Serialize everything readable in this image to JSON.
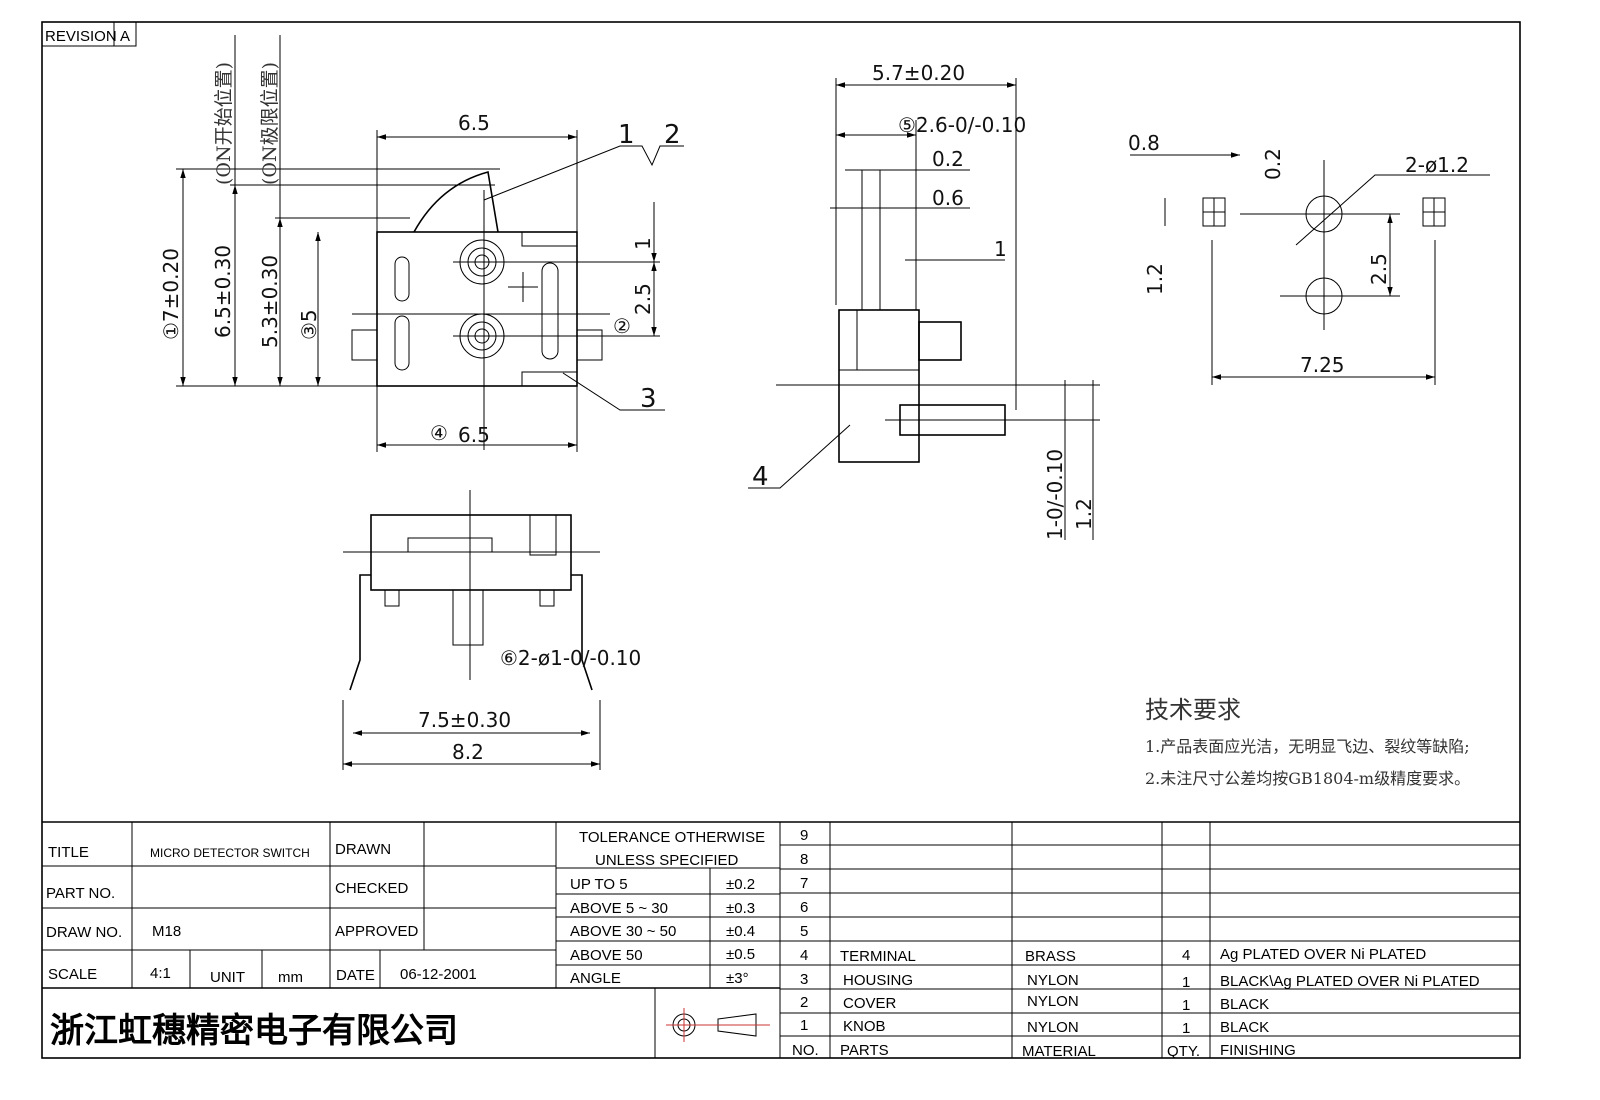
{
  "revision": {
    "label": "REVISION",
    "value": "A"
  },
  "front_view": {
    "dim_width_top": "6.5",
    "dim_width_bottom": "6.5",
    "dim_width_bottom_marker": "④",
    "dim_height_total": "①7±0.20",
    "dim_on_start": "6.5±0.30",
    "dim_on_limit": "5.3±0.30",
    "dim_body": "③5",
    "dim_top_offset": "1",
    "dim_pitch": "2.5",
    "dim_pitch_marker": "②",
    "label_on_start": "(ON开始位置)",
    "label_on_limit": "(ON极限位置)",
    "balloon_1": "1",
    "balloon_2": "2",
    "balloon_3": "3"
  },
  "side_view": {
    "dim_depth": "5.7±0.20",
    "dim_knob": "⑤2.6-0/-0.10",
    "dim_02": "0.2",
    "dim_06": "0.6",
    "dim_1": "1",
    "dim_terminal_thk": "1-0/-0.10",
    "dim_terminal_h": "1.2",
    "balloon_4": "4"
  },
  "bottom_view": {
    "dim_pin": "⑥2-ø1-0/-0.10",
    "dim_inner": "7.5±0.30",
    "dim_outer": "8.2"
  },
  "pcb_layout": {
    "dim_08": "0.8",
    "dim_02": "0.2",
    "dim_holes": "2-ø1.2",
    "dim_12": "1.2",
    "dim_25": "2.5",
    "dim_725": "7.25"
  },
  "notes": {
    "title": "技术要求",
    "line1": "1.产品表面应光洁，无明显飞边、裂纹等缺陷;",
    "line2": "2.未注尺寸公差均按GB1804-m级精度要求。"
  },
  "title_block": {
    "title_label": "TITLE",
    "title_value": "MICRO DETECTOR SWITCH",
    "part_no_label": "PART NO.",
    "part_no_value": "",
    "draw_no_label": "DRAW NO.",
    "draw_no_value": "M18",
    "scale_label": "SCALE",
    "scale_value": "4:1",
    "unit_label": "UNIT",
    "unit_value": "mm",
    "drawn_label": "DRAWN",
    "checked_label": "CHECKED",
    "approved_label": "APPROVED",
    "date_label": "DATE",
    "date_value": "06-12-2001",
    "company": "浙江虹穗精密电子有限公司"
  },
  "tolerance": {
    "header1": "TOLERANCE OTHERWISE",
    "header2": "UNLESS SPECIFIED",
    "rows": [
      {
        "range": "UP TO 5",
        "tol": "±0.2"
      },
      {
        "range": "ABOVE 5 ~ 30",
        "tol": "±0.3"
      },
      {
        "range": "ABOVE 30 ~ 50",
        "tol": "±0.4"
      },
      {
        "range": "ABOVE 50",
        "tol": "±0.5"
      },
      {
        "range": "ANGLE",
        "tol": "±3°"
      }
    ]
  },
  "bom": {
    "headers": {
      "no": "NO.",
      "parts": "PARTS",
      "material": "MATERIAL",
      "qty": "QTY.",
      "finishing": "FINISHING"
    },
    "empty_rows": [
      "9",
      "8",
      "7",
      "6",
      "5"
    ],
    "rows": [
      {
        "no": "4",
        "part": "TERMINAL",
        "material": "BRASS",
        "qty": "4",
        "finishing": "Ag PLATED OVER Ni PLATED"
      },
      {
        "no": "3",
        "part": "HOUSING",
        "material": "NYLON",
        "qty": "1",
        "finishing": "BLACK\\Ag PLATED OVER Ni PLATED"
      },
      {
        "no": "2",
        "part": "COVER",
        "material": "NYLON",
        "qty": "1",
        "finishing": "BLACK"
      },
      {
        "no": "1",
        "part": "KNOB",
        "material": "NYLON",
        "qty": "1",
        "finishing": "BLACK"
      }
    ]
  }
}
